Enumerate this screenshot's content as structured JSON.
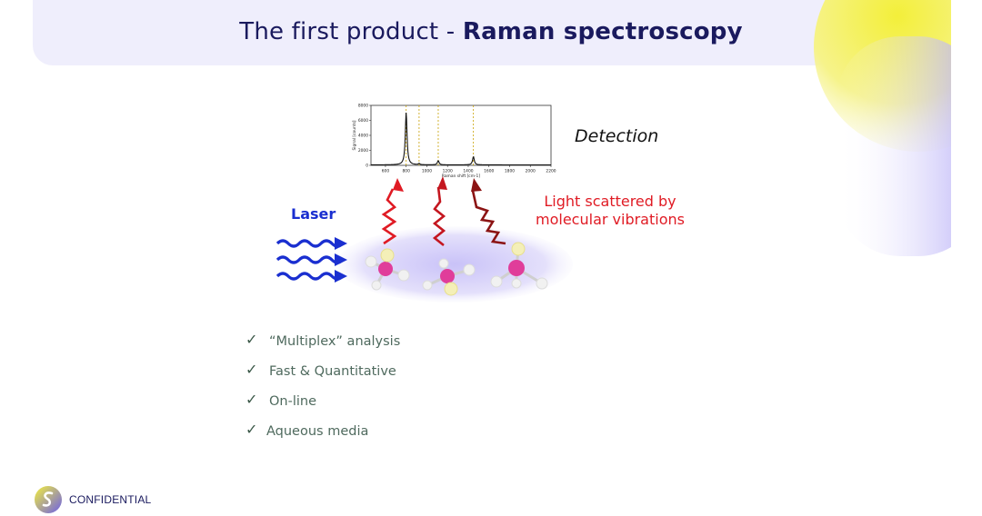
{
  "header": {
    "title_light": "The first product - ",
    "title_bold": "Raman spectroscopy"
  },
  "diagram": {
    "detection_label": "Detection",
    "laser_label": "Laser",
    "scatter_line1": "Light scattered by",
    "scatter_line2": "molecular vibrations"
  },
  "chart_data": {
    "type": "line",
    "title": "",
    "xlabel": "Raman shift [cm-1]",
    "ylabel": "Signal [counts]",
    "xlim": [
      460,
      2200
    ],
    "ylim": [
      0,
      8000
    ],
    "xticks": [
      "600",
      "800",
      "1000",
      "1200",
      "1400",
      "1600",
      "1800",
      "2000",
      "2200"
    ],
    "yticks": [
      "0",
      "2000",
      "4000",
      "6000",
      "8000"
    ],
    "peaks": [
      {
        "x": 800,
        "y": 7000
      },
      {
        "x": 925,
        "y": 150
      },
      {
        "x": 1110,
        "y": 550
      },
      {
        "x": 1450,
        "y": 1100
      }
    ],
    "marker_lines_x": [
      800,
      925,
      1110,
      1450
    ],
    "series_color": "#111111",
    "marker_color": "#c8a000"
  },
  "features": [
    {
      "check": "✓",
      "text": "“Multiplex” analysis"
    },
    {
      "check": "✓",
      "text": "Fast & Quantitative"
    },
    {
      "check": "✓",
      "text": "On-line"
    },
    {
      "check": "✓",
      "text": "Aqueous media"
    }
  ],
  "footer": {
    "label": "CONFIDENTIAL"
  },
  "colors": {
    "brand_navy": "#1a1a5e",
    "laser_blue": "#1a2fd0",
    "scatter_red": "#e01b24",
    "accent_yellow": "#f0ec48",
    "accent_purple": "#b3abf7"
  }
}
